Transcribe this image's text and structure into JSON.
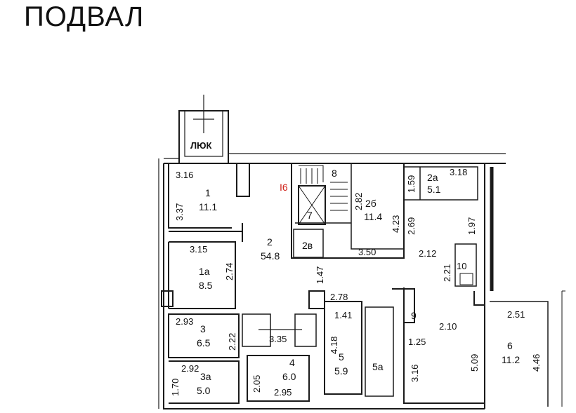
{
  "title": "ПОДВАЛ",
  "hatch_label": "ЛЮК",
  "section_marker": "I6",
  "rooms": {
    "r1": {
      "num": "1",
      "area": "11.1"
    },
    "r1a": {
      "num": "1а",
      "area": "8.5"
    },
    "r2": {
      "num": "2",
      "area": "54.8"
    },
    "r2a": {
      "num": "2а",
      "area": "5.1"
    },
    "r2b": {
      "num": "2б",
      "area": "11.4"
    },
    "r2v": {
      "num": "2в"
    },
    "r3": {
      "num": "3",
      "area": "6.5"
    },
    "r3a": {
      "num": "3а",
      "area": "5.0"
    },
    "r4": {
      "num": "4",
      "area": "6.0"
    },
    "r5": {
      "num": "5",
      "area": "5.9"
    },
    "r5a": {
      "num": "5а"
    },
    "r6": {
      "num": "6",
      "area": "11.2"
    },
    "r7": {
      "num": "7"
    },
    "r8": {
      "num": "8"
    },
    "r9": {
      "num": "9"
    },
    "r10": {
      "num": "10"
    }
  },
  "dims": {
    "d316": "3.16",
    "d337": "3.37",
    "d315": "3.15",
    "d274": "2.74",
    "d293": "2.93",
    "d222": "2.22",
    "d292": "2.92",
    "d170": "1.70",
    "d335": "3.35",
    "d205": "2.05",
    "d295": "2.95",
    "d147": "1.47",
    "d278": "2.78",
    "d141": "1.41",
    "d418": "4.18",
    "d282": "2.82",
    "d423": "4.23",
    "d269": "2.69",
    "d350": "3.50",
    "d159": "1.59",
    "d318": "3.18",
    "d197": "1.97",
    "d212": "2.12",
    "d221": "2.21",
    "d210": "2.10",
    "d125": "1.25",
    "d316b": "3.16",
    "d509": "5.09",
    "d251": "2.51",
    "d446": "4.46"
  }
}
